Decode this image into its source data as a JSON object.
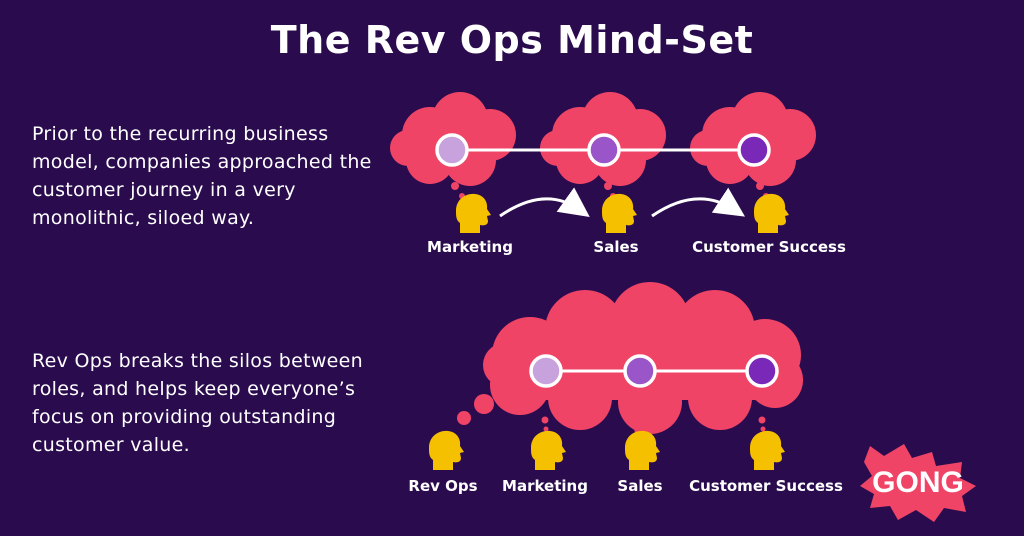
{
  "title": "The Rev Ops Mind-Set",
  "top_text": "Prior to the recurring business model, companies approached the customer journey in a very monolithic, siloed way.",
  "bottom_text": "Rev Ops breaks the silos between roles, and helps keep everyone’s focus on providing outstanding customer value.",
  "top_labels": [
    "Marketing",
    "Sales",
    "Customer Success"
  ],
  "bottom_labels": [
    "Rev Ops",
    "Marketing",
    "Sales",
    "Customer Success"
  ],
  "brand": "GONG",
  "colors": {
    "background": "#2a0c4e",
    "cloud": "#f04467",
    "head": "#f5c000",
    "node_light": "#c8a2dc",
    "node_mid": "#9a55c8",
    "node_dark": "#7a28b8",
    "brand": "#f04467"
  }
}
